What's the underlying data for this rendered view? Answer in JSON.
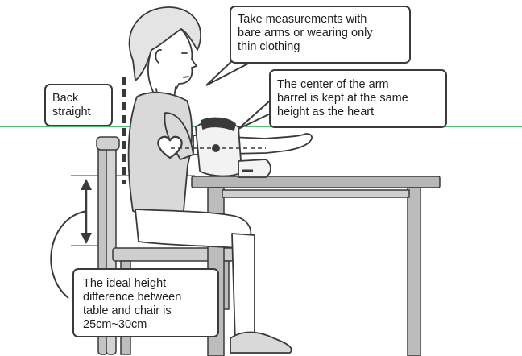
{
  "callouts": {
    "clothing": [
      "Take measurements with",
      "bare arms or wearing only",
      "thin clothing"
    ],
    "back": [
      "Back",
      "straight"
    ],
    "arm_center": [
      "The center of the arm",
      "barrel is kept at the same",
      "height as the heart"
    ],
    "height": [
      "The ideal height",
      "difference between",
      "table and chair is",
      "25cm~30cm"
    ]
  },
  "colors": {
    "reference_line": "#1aa64a",
    "stroke": "#3a3a3a",
    "skin": "#ffffff",
    "shirt": "#d9d9d9",
    "hair": "#e4e4e4",
    "furniture": "#b7b7b7",
    "device": "#f2f2f2"
  },
  "icons": [
    "heart-icon",
    "double-arrow-icon"
  ]
}
